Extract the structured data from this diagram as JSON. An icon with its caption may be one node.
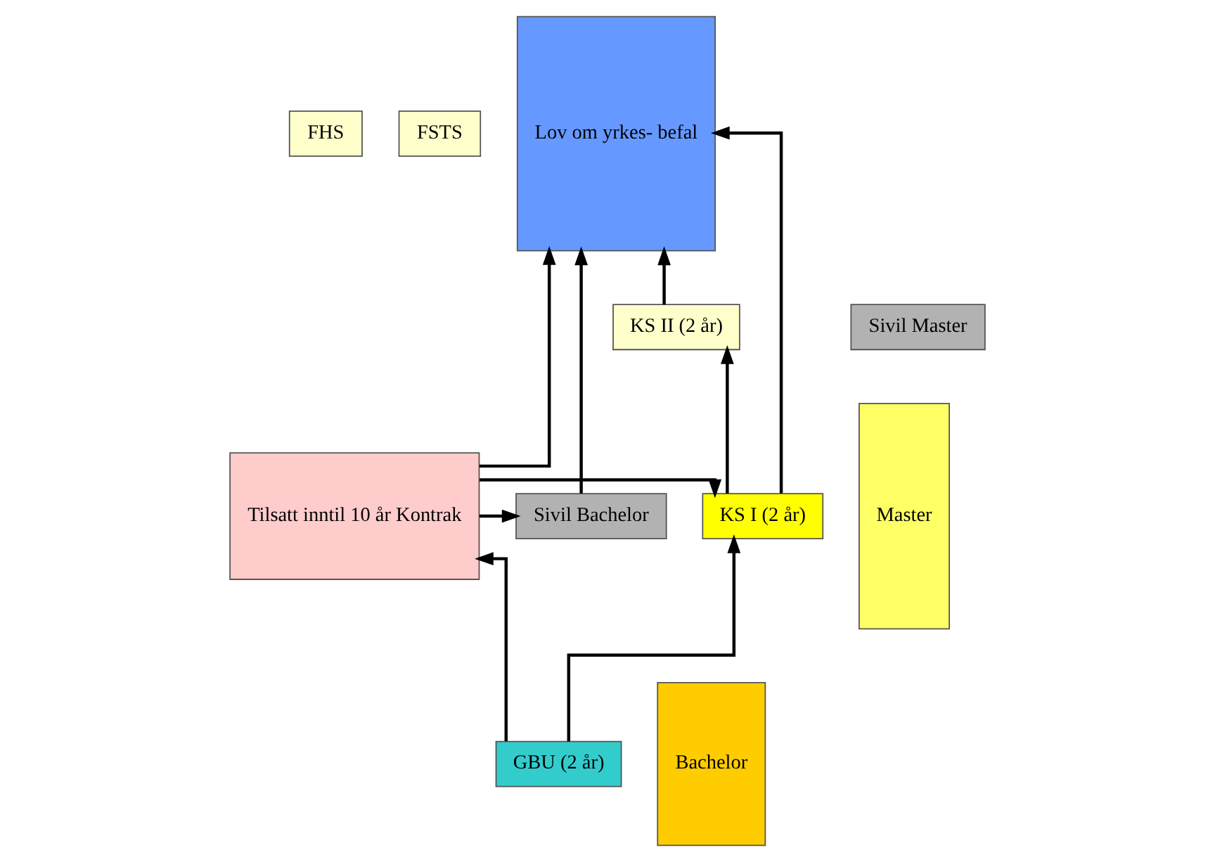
{
  "diagram": {
    "nodes": [
      {
        "text": [
          "FHS"
        ]
      },
      {
        "text": [
          "FSTS"
        ]
      },
      {
        "text": [
          "KS II (2 år)"
        ]
      },
      {
        "text": [
          "Sivil Master"
        ]
      },
      {
        "text": [
          "Lov om yrkes- befal"
        ]
      },
      {
        "text": [
          "KS I (2 år)"
        ]
      },
      {
        "text": [
          "Sivil Bachelor"
        ]
      },
      {
        "text": [
          "Tilsatt inntil 10 år Kontrak"
        ]
      },
      {
        "text": [
          "GBU (2 år)"
        ]
      },
      {
        "text": [
          "Master"
        ]
      },
      {
        "text": [
          "Bachelor"
        ]
      }
    ],
    "edges": [
      {
        "from": 2,
        "to": 4,
        "arrow": "to"
      },
      {
        "from": 5,
        "to": 2,
        "arrow": "to"
      },
      {
        "from": 5,
        "to": 4,
        "arrow": "to"
      },
      {
        "from": 6,
        "to": 4,
        "arrow": "to"
      },
      {
        "from": 8,
        "to": 5,
        "arrow": "to"
      },
      {
        "from": 7,
        "to": 5,
        "arrow": "to"
      },
      {
        "from": 7,
        "to": 6,
        "arrow": "to"
      },
      {
        "from": 8,
        "to": 7,
        "arrow": "to"
      },
      {
        "from": 7,
        "to": 4,
        "arrow": "to"
      }
    ]
  }
}
